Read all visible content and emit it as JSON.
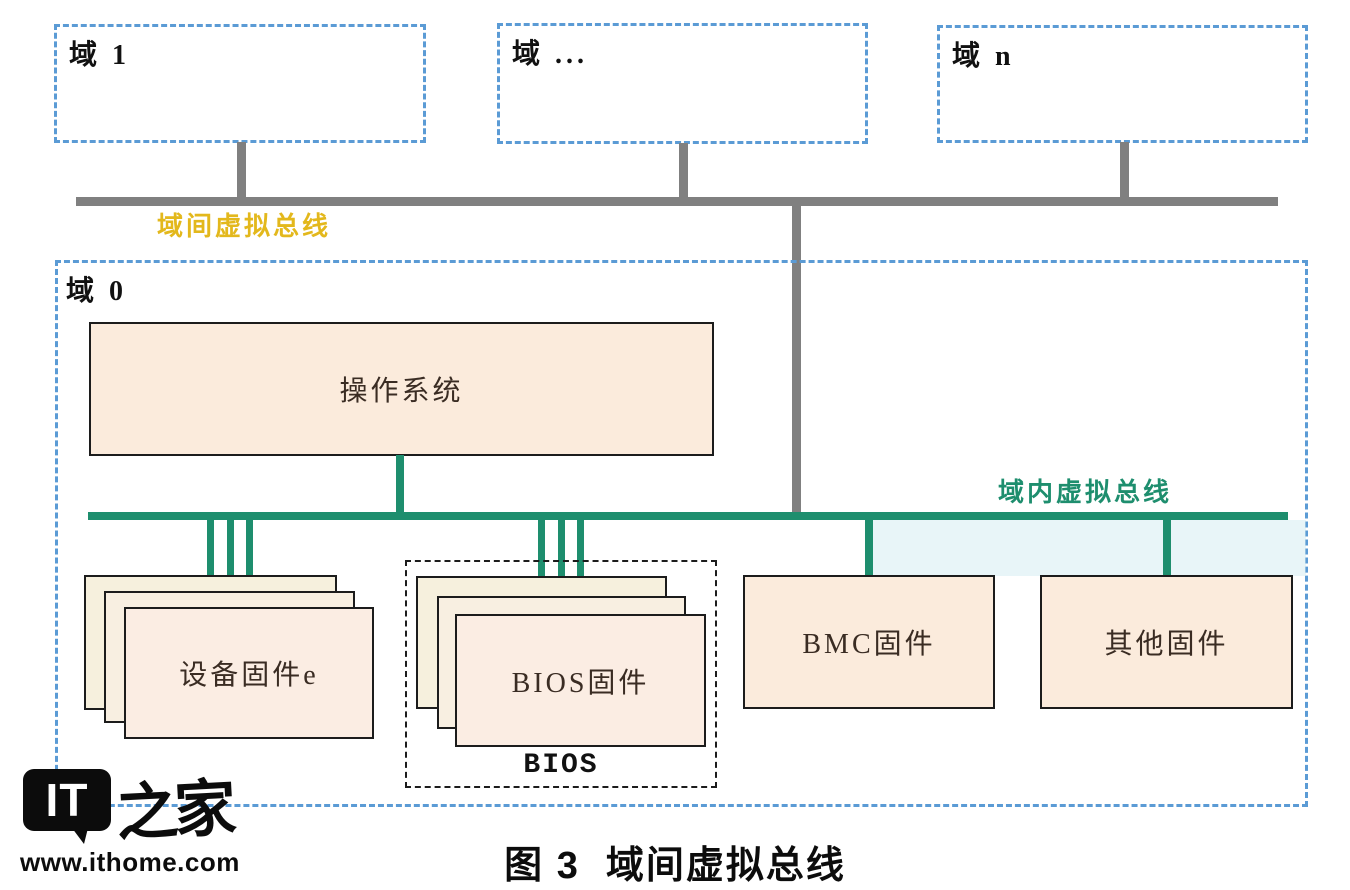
{
  "figure": {
    "caption_prefix": "图 3",
    "caption_title": "域间虚拟总线"
  },
  "top_domains": [
    {
      "label": "域 1"
    },
    {
      "label": "域 ..."
    },
    {
      "label": "域 n"
    }
  ],
  "inter_domain_bus": {
    "label": "域间虚拟总线",
    "label_color": "#e3b81c",
    "line_color": "#808080"
  },
  "domain0": {
    "label": "域 0",
    "os_box": {
      "label": "操作系统"
    },
    "intra_domain_bus": {
      "label": "域内虚拟总线",
      "label_color": "#1e8e6e",
      "line_color": "#1e8e6e"
    },
    "device_firmware_stack": {
      "label": "设备固件e",
      "stack_count": 3
    },
    "bios_group": {
      "label": "BIOS",
      "firmware_stack": {
        "label": "BIOS固件",
        "stack_count": 3
      }
    },
    "bmc_box": {
      "label": "BMC固件"
    },
    "other_box": {
      "label": "其他固件"
    }
  },
  "watermark": {
    "logo_primary": "IT",
    "logo_secondary": "之家",
    "site_url": "www.ithome.com"
  },
  "colors": {
    "domain_border": "#5b9bd5",
    "inter_bus_line": "#808080",
    "intra_bus_line": "#1e8e6e",
    "inter_bus_label": "#e3b81c",
    "intra_bus_label": "#1e8e6e",
    "firmware_box_fill": "#fbebdc",
    "stack_back_fill": "#f6f0dd",
    "stack_mid_fill": "#f8efe1",
    "box_border": "#1c1c1c"
  }
}
